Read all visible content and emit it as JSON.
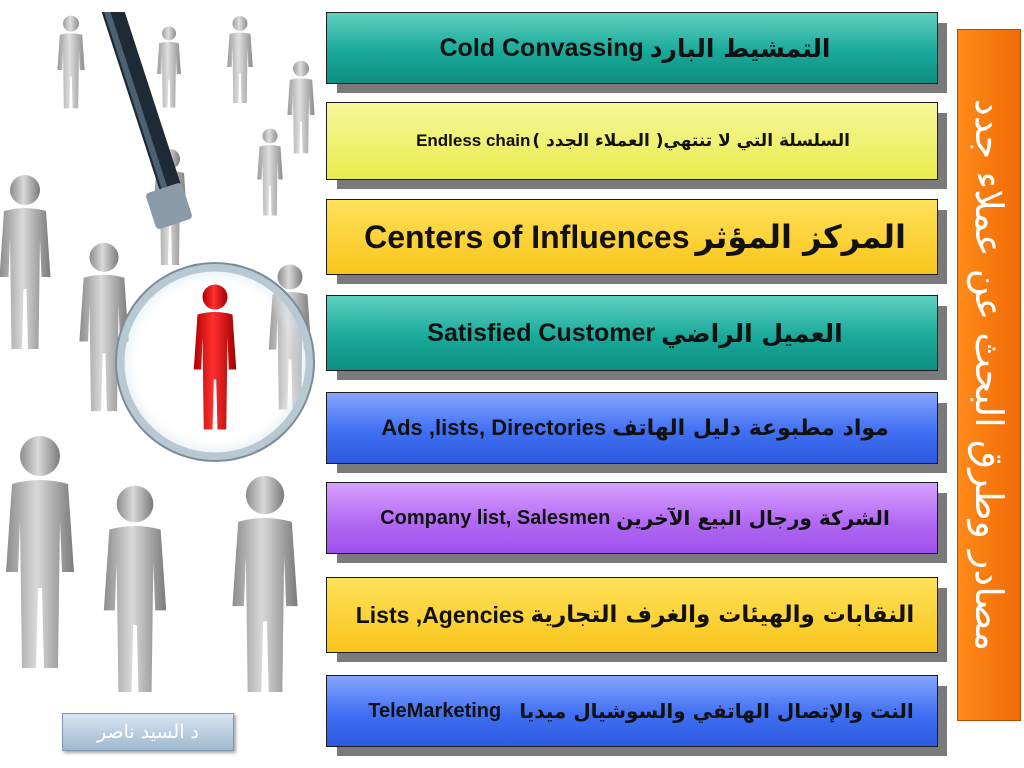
{
  "side_title": "مصادر وطرق البحث عن عملاء جدد",
  "author": "د السيد ناصر",
  "boxes": [
    {
      "english": "Cold Convassing",
      "arabic": "التمشيط البارد",
      "color": "teal"
    },
    {
      "english": "Endless chain",
      "arabic": "السلسلة التي لا تنتهي( العملاء الجدد )",
      "color": "lime"
    },
    {
      "english": "Centers of Influences",
      "arabic": "المركز المؤثر",
      "color": "yellow"
    },
    {
      "english": "Satisfied Customer",
      "arabic": "العميل الراضي",
      "color": "teal"
    },
    {
      "english": "Ads ,lists, Directories",
      "arabic": "مواد مطبوعة  دليل الهاتف",
      "color": "blue"
    },
    {
      "english": "Company list, Salesmen",
      "arabic": "الشركة ورجال البيع الآخرين",
      "color": "violet"
    },
    {
      "english": "Lists ,Agencies",
      "arabic": "النقابات والهيئات والغرف التجارية",
      "color": "yellow"
    },
    {
      "english": "TeleMarketing",
      "arabic": "النت والإتصال الهاتفي  والسوشيال ميديا",
      "color": "blue"
    }
  ],
  "illustration": {
    "icon": "magnifier-person-icon",
    "highlight_color": "#e00000"
  }
}
